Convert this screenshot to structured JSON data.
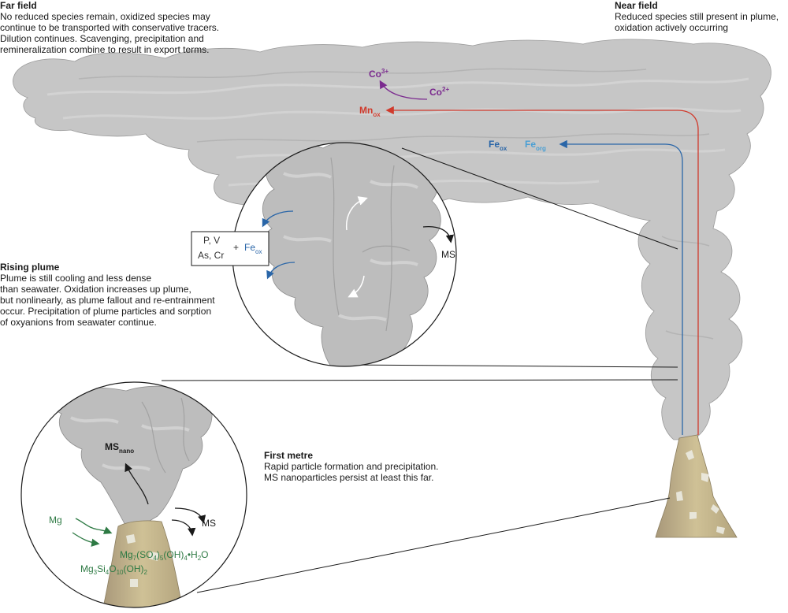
{
  "sections": {
    "far_field": {
      "heading": "Far field",
      "lines": [
        "No reduced species remain, oxidized species may",
        "continue to be transported with conservative tracers.",
        "Dilution continues. Scavenging, precipitation and",
        "remineralization combine to result in export terms."
      ]
    },
    "near_field": {
      "heading": "Near field",
      "lines": [
        "Reduced species still present in plume,",
        "oxidation actively occurring"
      ]
    },
    "rising_plume": {
      "heading": "Rising plume",
      "lines": [
        "Plume is still cooling and less dense",
        "than seawater. Oxidation increases up plume,",
        "but nonlinearly, as plume fallout and re-entrainment",
        "occur. Precipitation of plume particles and sorption",
        "of oxyanions from seawater continue."
      ]
    },
    "first_metre": {
      "heading": "First metre",
      "lines": [
        "Rapid particle formation and precipitation.",
        "MS nanoparticles persist at least this far."
      ]
    }
  },
  "species": {
    "co3": {
      "base": "Co",
      "sup": "3+"
    },
    "co2": {
      "base": "Co",
      "sup": "2+"
    },
    "mnox": {
      "base": "Mn",
      "sub": "ox"
    },
    "feox": {
      "base": "Fe",
      "sub": "ox"
    },
    "feorg": {
      "base": "Fe",
      "sub": "org"
    },
    "oxyanions_line1": "P, V",
    "oxyanions_line2": "As, Cr",
    "plus": "+",
    "feox_box": {
      "base": "Fe",
      "sub": "ox"
    },
    "ms_rising": "MS",
    "ms_nano": {
      "base": "MS",
      "sub": "nano"
    },
    "ms_first": "MS",
    "mg": "Mg",
    "mineral1": "Mg7(SO4)5(OH)4•H2O",
    "mineral2": "Mg3Si4O10(OH)2"
  },
  "colors": {
    "co_purple": "#7b2a8f",
    "mn_red": "#d03a2c",
    "fe_blue": "#2a66a8",
    "fe_org_blue": "#4a9fd4",
    "mg_green": "#2e7a44",
    "plume_gray": "#c4c4c4",
    "chimney_tan": "#c9b98c"
  }
}
